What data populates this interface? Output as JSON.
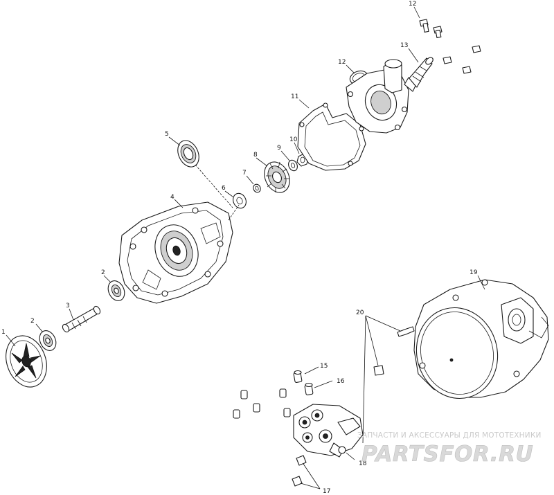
{
  "diagram": {
    "callouts": [
      {
        "id": "c1",
        "text": "1"
      },
      {
        "id": "c2a",
        "text": "2"
      },
      {
        "id": "c2b",
        "text": "2"
      },
      {
        "id": "c3",
        "text": "3"
      },
      {
        "id": "c4",
        "text": "4"
      },
      {
        "id": "c5",
        "text": "5"
      },
      {
        "id": "c6",
        "text": "6"
      },
      {
        "id": "c7",
        "text": "7"
      },
      {
        "id": "c8",
        "text": "8"
      },
      {
        "id": "c9",
        "text": "9"
      },
      {
        "id": "c10",
        "text": "10"
      },
      {
        "id": "c11",
        "text": "11"
      },
      {
        "id": "c12a",
        "text": "12"
      },
      {
        "id": "c12b",
        "text": "12"
      },
      {
        "id": "c13",
        "text": "13"
      },
      {
        "id": "c15",
        "text": "15"
      },
      {
        "id": "c16",
        "text": "16"
      },
      {
        "id": "c17",
        "text": "17"
      },
      {
        "id": "c18",
        "text": "18"
      },
      {
        "id": "c19",
        "text": "19"
      },
      {
        "id": "c20",
        "text": "20"
      }
    ]
  },
  "watermark": {
    "tagline": "ЗАПЧАСТИ И АКСЕССУАРЫ ДЛЯ МОТОТЕХНИКИ",
    "logo": "PARTSFOR.RU"
  }
}
